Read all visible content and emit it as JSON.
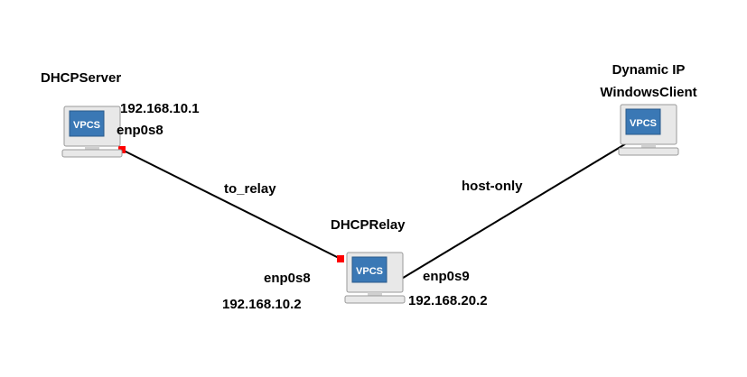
{
  "colors": {
    "link": "#000000",
    "port_down": "#ff0000",
    "screen": "#3a78b5",
    "screen_text": "#ffffff",
    "monitor_body": "#e8e8e8",
    "monitor_edge": "#9a9a9a"
  },
  "nodes": {
    "dhcp_server": {
      "name": "DHCPServer",
      "icon": "vpcs-computer-icon",
      "icon_text": "VPCS",
      "ip": "192.168.10.1",
      "interface": "enp0s8"
    },
    "dhcp_relay": {
      "name": "DHCPRelay",
      "icon": "vpcs-computer-icon",
      "icon_text": "VPCS",
      "left_interface": "enp0s8",
      "left_ip": "192.168.10.2",
      "right_interface": "enp0s9",
      "right_ip": "192.168.20.2"
    },
    "windows_client": {
      "name_line1": "Dynamic IP",
      "name_line2": "WindowsClient",
      "icon": "vpcs-computer-icon",
      "icon_text": "VPCS"
    }
  },
  "links": {
    "server_relay": {
      "label": "to_relay"
    },
    "relay_client": {
      "label": "host-only"
    }
  }
}
